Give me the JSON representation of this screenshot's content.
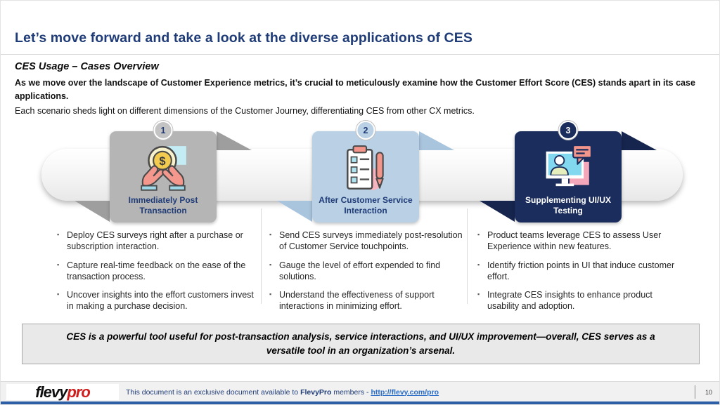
{
  "slide": {
    "title": "Let’s move forward and take a look at the diverse applications of CES",
    "subtitle": "CES Usage – Cases Overview",
    "intro_bold": "As we move over the landscape of Customer Experience metrics, it’s crucial to meticulously examine how the Customer Effort Score (CES) stands apart in its case applications.",
    "intro_regular": "Each scenario sheds light on different dimensions of the Customer Journey, differentiating CES from other CX metrics."
  },
  "cases": [
    {
      "number": "1",
      "label": "Immediately Post Transaction",
      "icon": "hands-holding-coin-icon",
      "color": "#b5b5b5",
      "bullets": [
        "Deploy CES surveys right after a purchase or subscription interaction.",
        "Capture real-time feedback on the ease of the transaction process.",
        "Uncover insights into the effort customers invest in making a purchase decision."
      ]
    },
    {
      "number": "2",
      "label": "After Customer Service Interaction",
      "icon": "clipboard-checklist-pen-icon",
      "color": "#bad0e4",
      "bullets": [
        "Send CES surveys immediately post-resolution of Customer Service touchpoints.",
        "Gauge the level of effort expended to find solutions.",
        "Understand the effectiveness of support interactions in minimizing effort."
      ]
    },
    {
      "number": "3",
      "label": "Supplementing UI/UX Testing",
      "icon": "monitor-user-chat-icon",
      "color": "#1b2d5c",
      "bullets": [
        "Product teams leverage CES to assess User Experience within new features.",
        "Identify friction points in UI that induce customer effort.",
        "Integrate CES insights to enhance product usability and adoption."
      ]
    }
  ],
  "summary": "CES is a powerful tool useful for post-transaction analysis, service interactions, and UI/UX improvement—overall, CES serves as a versatile tool in an organization’s arsenal.",
  "footer": {
    "logo_flevy": "flevy",
    "logo_pro": "pro",
    "text_prefix": "This document is an exclusive document available to ",
    "text_bold": "FlevyPro",
    "text_middle": " members - ",
    "link": "http://flevy.com/pro",
    "page_number": "10"
  },
  "colors": {
    "title_blue": "#1f3c78",
    "case1_gray": "#b5b5b5",
    "case2_light_blue": "#bad0e4",
    "case3_navy": "#1b2d5c",
    "logo_red": "#cf1d1d",
    "bottom_bar_blue": "#2d5fa6",
    "link_blue": "#2a6ec7"
  }
}
